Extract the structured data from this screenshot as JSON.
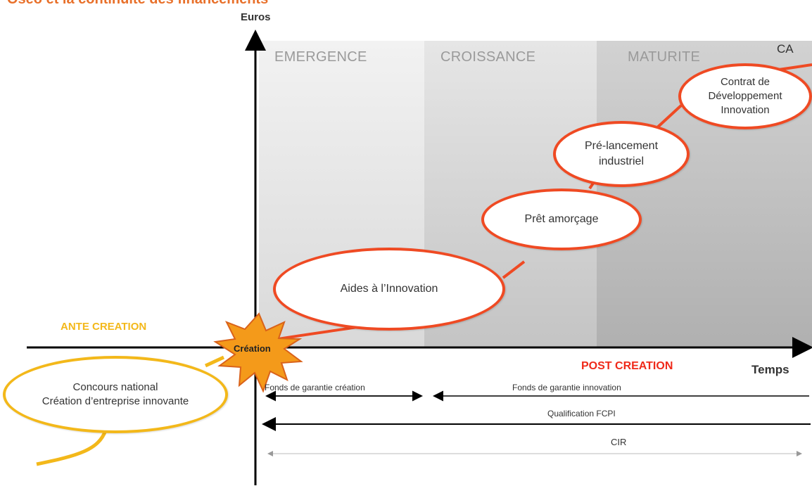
{
  "title": "Oseo et la continuité des financements",
  "axes": {
    "y_label": "Euros",
    "x_label": "Temps"
  },
  "phases": [
    {
      "label": "EMERGENCE"
    },
    {
      "label": "CROISSANCE"
    },
    {
      "label": "MATURITE"
    }
  ],
  "curve_label": "CA",
  "bubbles": {
    "aides": "Aides à l’Innovation",
    "pret": "Prêt amorçage",
    "prelancement_1": "Pré-lancement",
    "prelancement_2": "industriel",
    "contrat_1": "Contrat de",
    "contrat_2": "Développement",
    "contrat_3": "Innovation",
    "concours_1": "Concours national",
    "concours_2": "Création d’entreprise innovante"
  },
  "creation_badge": "Création",
  "sections": {
    "ante": "ANTE CREATION",
    "post": "POST CREATION"
  },
  "instruments": {
    "fonds_creation": "Fonds de garantie création",
    "fonds_innovation": "Fonds de garantie innovation",
    "qualification": "Qualification FCPI",
    "cir": "CIR"
  },
  "colors": {
    "accent_orange": "#ef4a23",
    "yellow": "#f3b81a",
    "post_red": "#ef2a1a"
  }
}
